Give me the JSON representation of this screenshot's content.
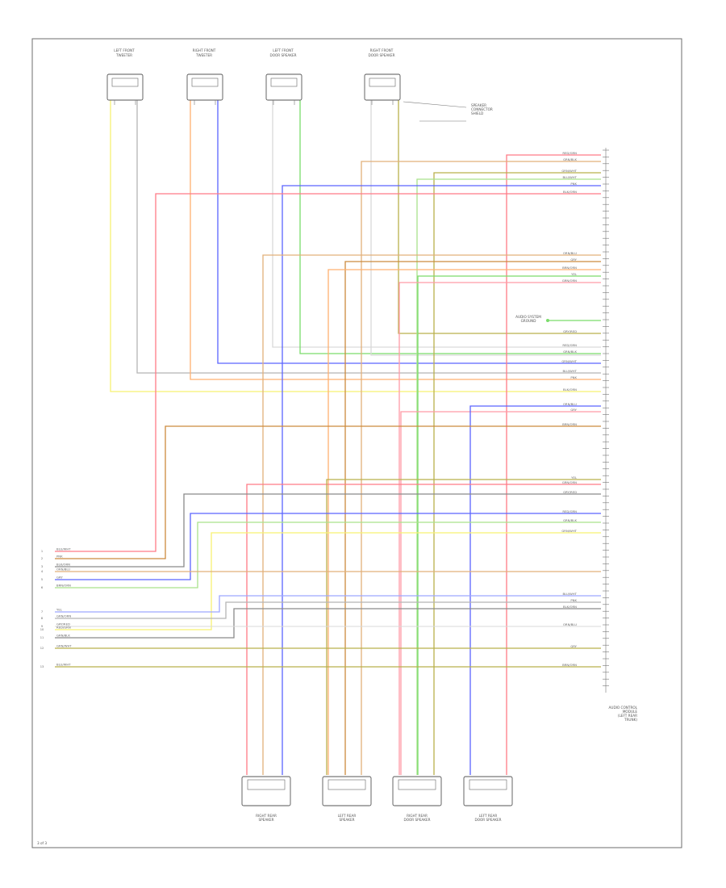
{
  "page_number": "3 of 3",
  "colors": {
    "red": "#ff7b86",
    "pink": "#ff9aa6",
    "brown_orange": "#cc8a3d",
    "orange": "#ffb070",
    "tan": "#e2b07a",
    "yellow": "#f8f272",
    "green": "#7adc6b",
    "lightgreen": "#a9e28b",
    "blue": "#5b63ff",
    "lightblue": "#9ea6ff",
    "gray": "#b5b5b5",
    "darkgray": "#8a8a8a",
    "olive": "#b9b04c",
    "ltgray": "#d9d9d9",
    "frame": "#6e6e6e"
  },
  "top_speakers": [
    {
      "id": "lf",
      "label_lines": [
        "LEFT FRONT",
        "TWEETER"
      ],
      "pins": [
        "1",
        "2"
      ]
    },
    {
      "id": "rf",
      "label_lines": [
        "RIGHT FRONT",
        "TWEETER"
      ],
      "pins": [
        "1",
        "2"
      ]
    },
    {
      "id": "lf2",
      "label_lines": [
        "LEFT FRONT",
        "DOOR SPEAKER"
      ],
      "pins": [
        "1",
        "2"
      ]
    },
    {
      "id": "rf2",
      "label_lines": [
        "RIGHT FRONT",
        "DOOR SPEAKER"
      ],
      "pins": [
        "1",
        "2"
      ]
    }
  ],
  "bottom_speakers": [
    {
      "id": "rr",
      "label_lines": [
        "RIGHT REAR",
        "SPEAKER"
      ]
    },
    {
      "id": "lr",
      "label_lines": [
        "LEFT REAR",
        "SPEAKER"
      ]
    },
    {
      "id": "rr2",
      "label_lines": [
        "RIGHT REAR",
        "DOOR SPEAKER"
      ]
    },
    {
      "id": "lr2",
      "label_lines": [
        "LEFT REAR",
        "DOOR SPEAKER"
      ]
    }
  ],
  "side_note": [
    "SPEAKER",
    "CONNECTOR",
    "SHIELD"
  ],
  "ground_note": [
    "AUDIO SYSTEM",
    "GROUND"
  ],
  "module_label": [
    "AUDIO CONTROL",
    "MODULE",
    "(LEFT REAR",
    "TRUNK)"
  ],
  "wires": [
    {
      "color": "red",
      "label": "RED/GRN"
    },
    {
      "color": "green",
      "label": "GRN/BLK"
    },
    {
      "color": "lightgreen",
      "label": "GRN/WHT"
    },
    {
      "color": "blue",
      "label": "BLU/WHT"
    },
    {
      "color": "pink",
      "label": "PNK"
    },
    {
      "color": "orange",
      "label": "BLK/ORN"
    },
    {
      "color": "tan",
      "label": "ORN/BLU"
    },
    {
      "color": "gray",
      "label": "GRY"
    },
    {
      "color": "brown_orange",
      "label": "BRN/ORN"
    },
    {
      "color": "yellow",
      "label": "YEL"
    },
    {
      "color": "olive",
      "label": "GRN/ORN"
    },
    {
      "color": "darkgray",
      "label": "GRY/RED"
    }
  ]
}
